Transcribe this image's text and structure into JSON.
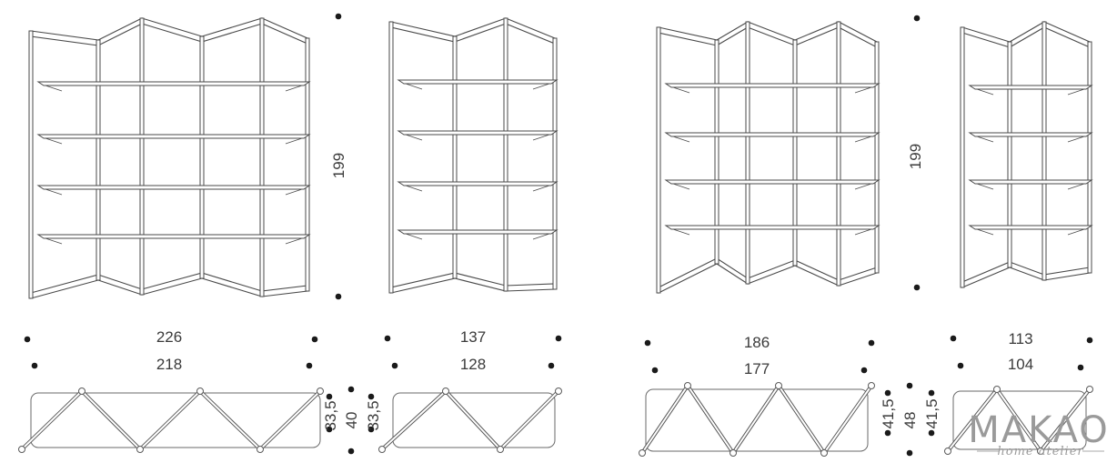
{
  "heights": {
    "left": "199",
    "right": "199"
  },
  "shelves": [
    {
      "id": "s1",
      "outer": "226",
      "inner": "218",
      "depths": [
        "33,5",
        "40",
        "33,5"
      ]
    },
    {
      "id": "s2",
      "outer": "137",
      "inner": "128"
    },
    {
      "id": "s3",
      "outer": "186",
      "inner": "177",
      "depths": [
        "41,5",
        "48",
        "41,5"
      ]
    },
    {
      "id": "s4",
      "outer": "113",
      "inner": "104"
    }
  ],
  "brand": {
    "name": "MAKAO",
    "tagline": "home atelier"
  }
}
